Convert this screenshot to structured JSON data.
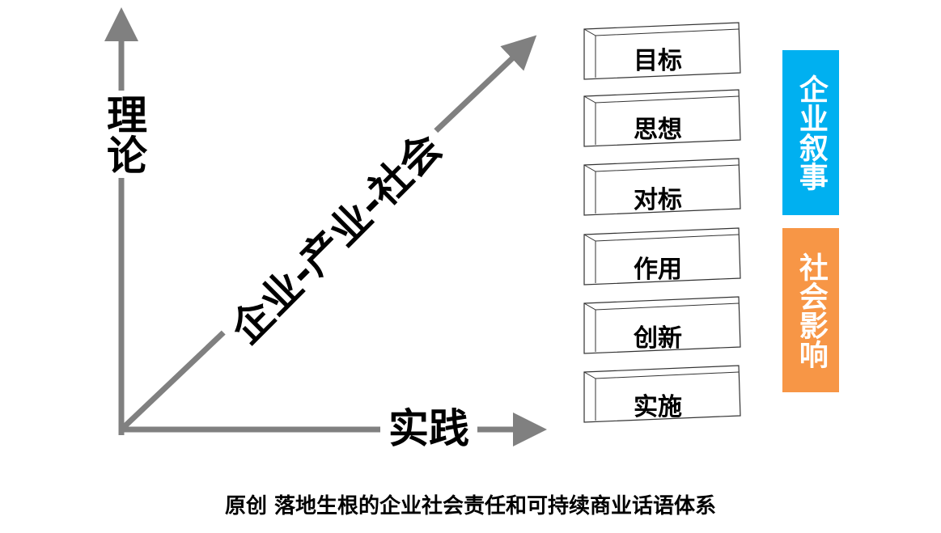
{
  "axes": {
    "y_label": "理论",
    "x_label": "实践",
    "diagonal_label": "企业-产业-社会"
  },
  "boxes": [
    {
      "label": "目标"
    },
    {
      "label": "思想"
    },
    {
      "label": "对标"
    },
    {
      "label": "作用"
    },
    {
      "label": "创新"
    },
    {
      "label": "实施"
    }
  ],
  "side_bars": {
    "narrative": {
      "label": "企业叙事",
      "color": "#00b0f0"
    },
    "impact": {
      "label": "社会影响",
      "color": "#f79646"
    }
  },
  "caption": "原创 落地生根的企业社会责任和可持续商业话语体系",
  "colors": {
    "arrow": "#808080",
    "box_stroke": "#333333"
  }
}
